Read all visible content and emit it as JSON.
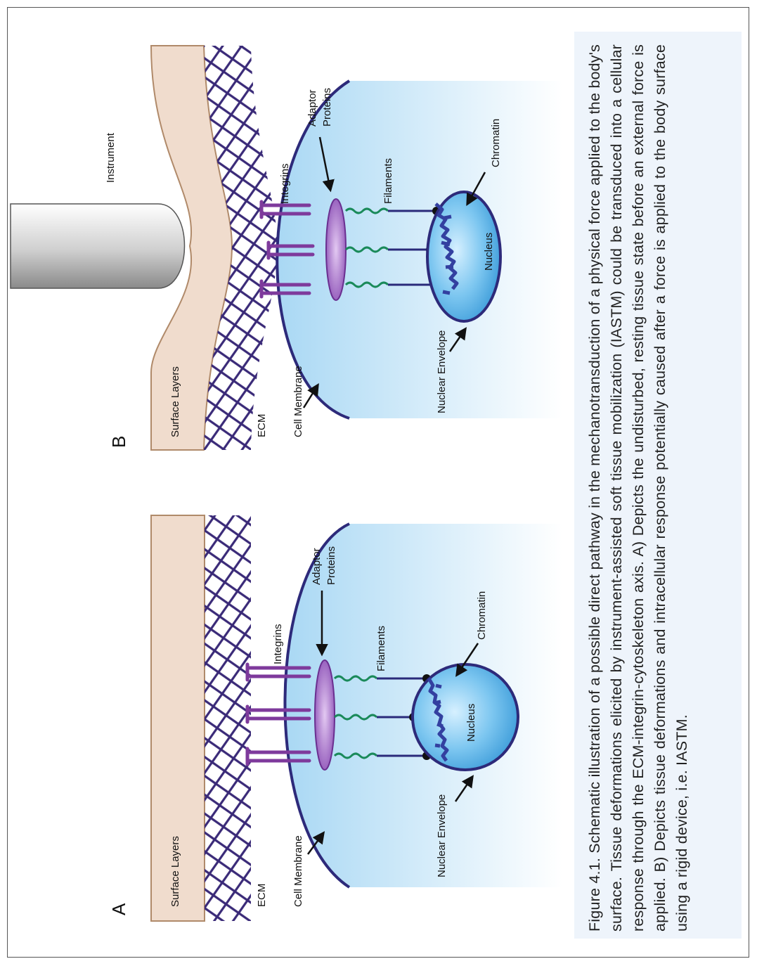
{
  "panel_a": {
    "letter": "A",
    "labels": {
      "surface_layers": "Surface Layers",
      "ecm": "ECM",
      "cell_membrane": "Cell Membrane",
      "nuclear_envelope": "Nuclear Envelope",
      "integrins": "Integrins",
      "adaptor_proteins_line1": "Adaptor",
      "adaptor_proteins_line2": "Proteins",
      "filaments": "Filaments",
      "chromatin": "Chromatin",
      "nucleus": "Nucleus"
    }
  },
  "panel_b": {
    "letter": "B",
    "labels": {
      "instrument": "Instrument",
      "surface_layers": "Surface Layers",
      "ecm": "ECM",
      "cell_membrane": "Cell Membrane",
      "nuclear_envelope": "Nuclear Envelope",
      "integrins": "Integrins",
      "adaptor_proteins_line1": "Adaptor",
      "adaptor_proteins_line2": "Proteins",
      "filaments": "Filaments",
      "chromatin": "Chromatin",
      "nucleus": "Nucleus"
    }
  },
  "caption": "Figure 4.1. Schematic illustration of a possible direct pathway in the mechanotransduction of a physical force applied to the body's surface. Tissue deformations elicited by instrument-assisted soft tissue mobilization (IASTM) could be transduced into a cellular response through the ECM-integrin-cytoskeleton axis. A) Depicts the undisturbed, resting tissue state before an external force is applied. B) Depicts tissue deformations and intracellular response potentially caused after a force is applied to the body surface using a rigid device, i.e. IASTM.",
  "colors": {
    "surface": "#f0dccd",
    "surface_edge": "#b08a6a",
    "ecm": "#3a2a78",
    "membrane": "#2d2a7a",
    "cytoplasm": "#bfe3f7",
    "nucleus": "#5bb5ea",
    "integrin": "#7e3a9c",
    "adaptor": "#9b63c0",
    "filament_wave": "#1a8a5a",
    "filament_line": "#2a2a7a",
    "chromatin": "#3340a0",
    "instrument": "#a8a8a8"
  }
}
